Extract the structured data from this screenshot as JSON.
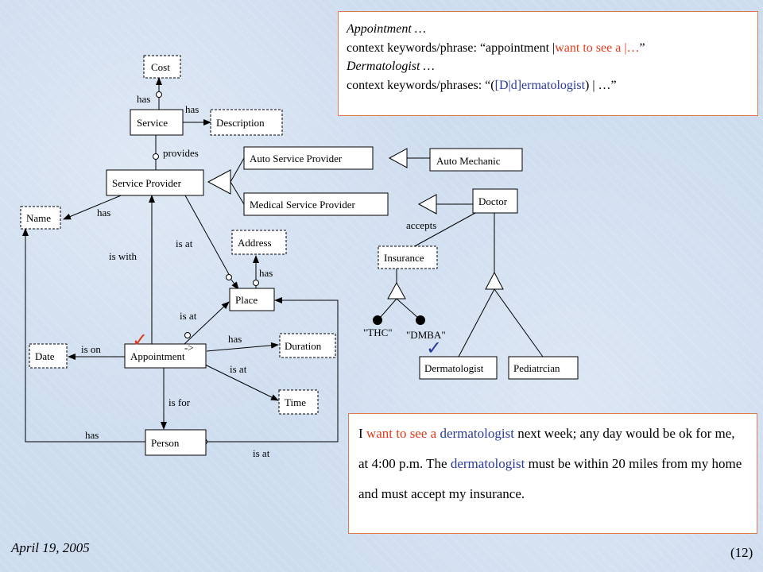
{
  "entities": {
    "cost": "Cost",
    "service": "Service",
    "description": "Description",
    "service_provider": "Service Provider",
    "auto_service_provider": "Auto Service Provider",
    "auto_mechanic": "Auto Mechanic",
    "medical_service_provider": "Medical Service Provider",
    "doctor": "Doctor",
    "name": "Name",
    "address": "Address",
    "insurance": "Insurance",
    "place": "Place",
    "date": "Date",
    "appointment": "Appointment",
    "duration": "Duration",
    "time": "Time",
    "person": "Person",
    "dermatologist": "Dermatologist",
    "pediatrician": "Pediatrcian"
  },
  "edge_labels": {
    "service_has_cost": "has",
    "service_has_description": "has",
    "provides": "provides",
    "sp_has_name": "has",
    "accepts": "accepts",
    "is_with": "is with",
    "sp_is_at": "is at",
    "address_has": "has",
    "appt_is_at_place": "is at",
    "is_on": "is on",
    "has_duration": "has",
    "is_at_time": "is at",
    "is_for": "is for",
    "person_has_name": "has",
    "person_is_at": "is at",
    "arrow": "->"
  },
  "values": {
    "thc": "\"THC\"",
    "dmba": "\"DMBA\""
  },
  "checkmarks": [
    "✓",
    "✓"
  ],
  "colors": {
    "check_red": "#e03a1a",
    "check_blue": "#2a3a9c",
    "box_border": "#e07a4a"
  },
  "top_box": {
    "line1": "Appointment …",
    "line2_a": "context keywords/phrase: “appointment |",
    "line2_b": "want to see a |…",
    "line2_c": "”",
    "line3": "Dermatologist …",
    "line4_a": "context keywords/phrases: “(",
    "line4_b": "[D|d]ermatologist",
    "line4_c": ") | …”"
  },
  "bottom_box": {
    "t1": "I ",
    "t2": "want to see a",
    "t3": " ",
    "t4": "dermatologist",
    "t5": " next week; any day would be ok for me, at 4:00 p.m. The ",
    "t6": "dermatologist",
    "t7": " must be within 20 miles from my home and must accept my insurance."
  },
  "footer": {
    "date": "April 19, 2005",
    "page": "(12)"
  }
}
